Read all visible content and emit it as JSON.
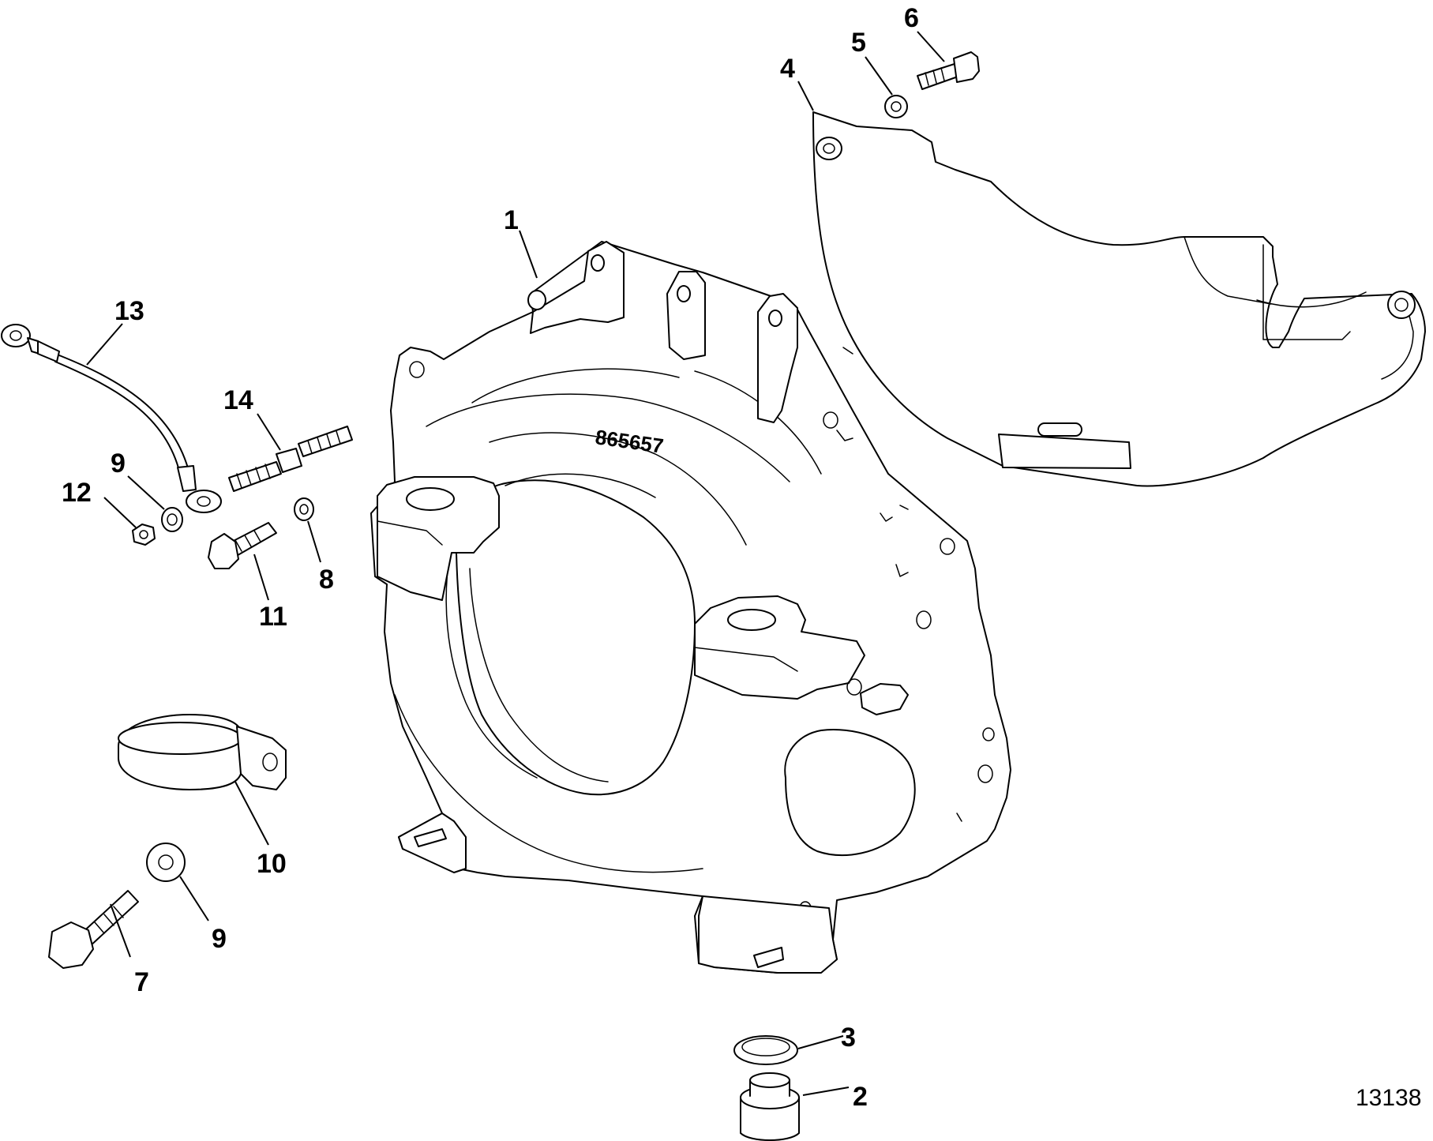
{
  "callouts": {
    "c1": "1",
    "c2": "2",
    "c3": "3",
    "c4": "4",
    "c5": "5",
    "c6": "6",
    "c7": "7",
    "c8": "8",
    "c9a": "9",
    "c9b": "9",
    "c10": "10",
    "c11": "11",
    "c12": "12",
    "c13": "13",
    "c14": "14"
  },
  "casting_number": "865657",
  "figure_number": "13138"
}
